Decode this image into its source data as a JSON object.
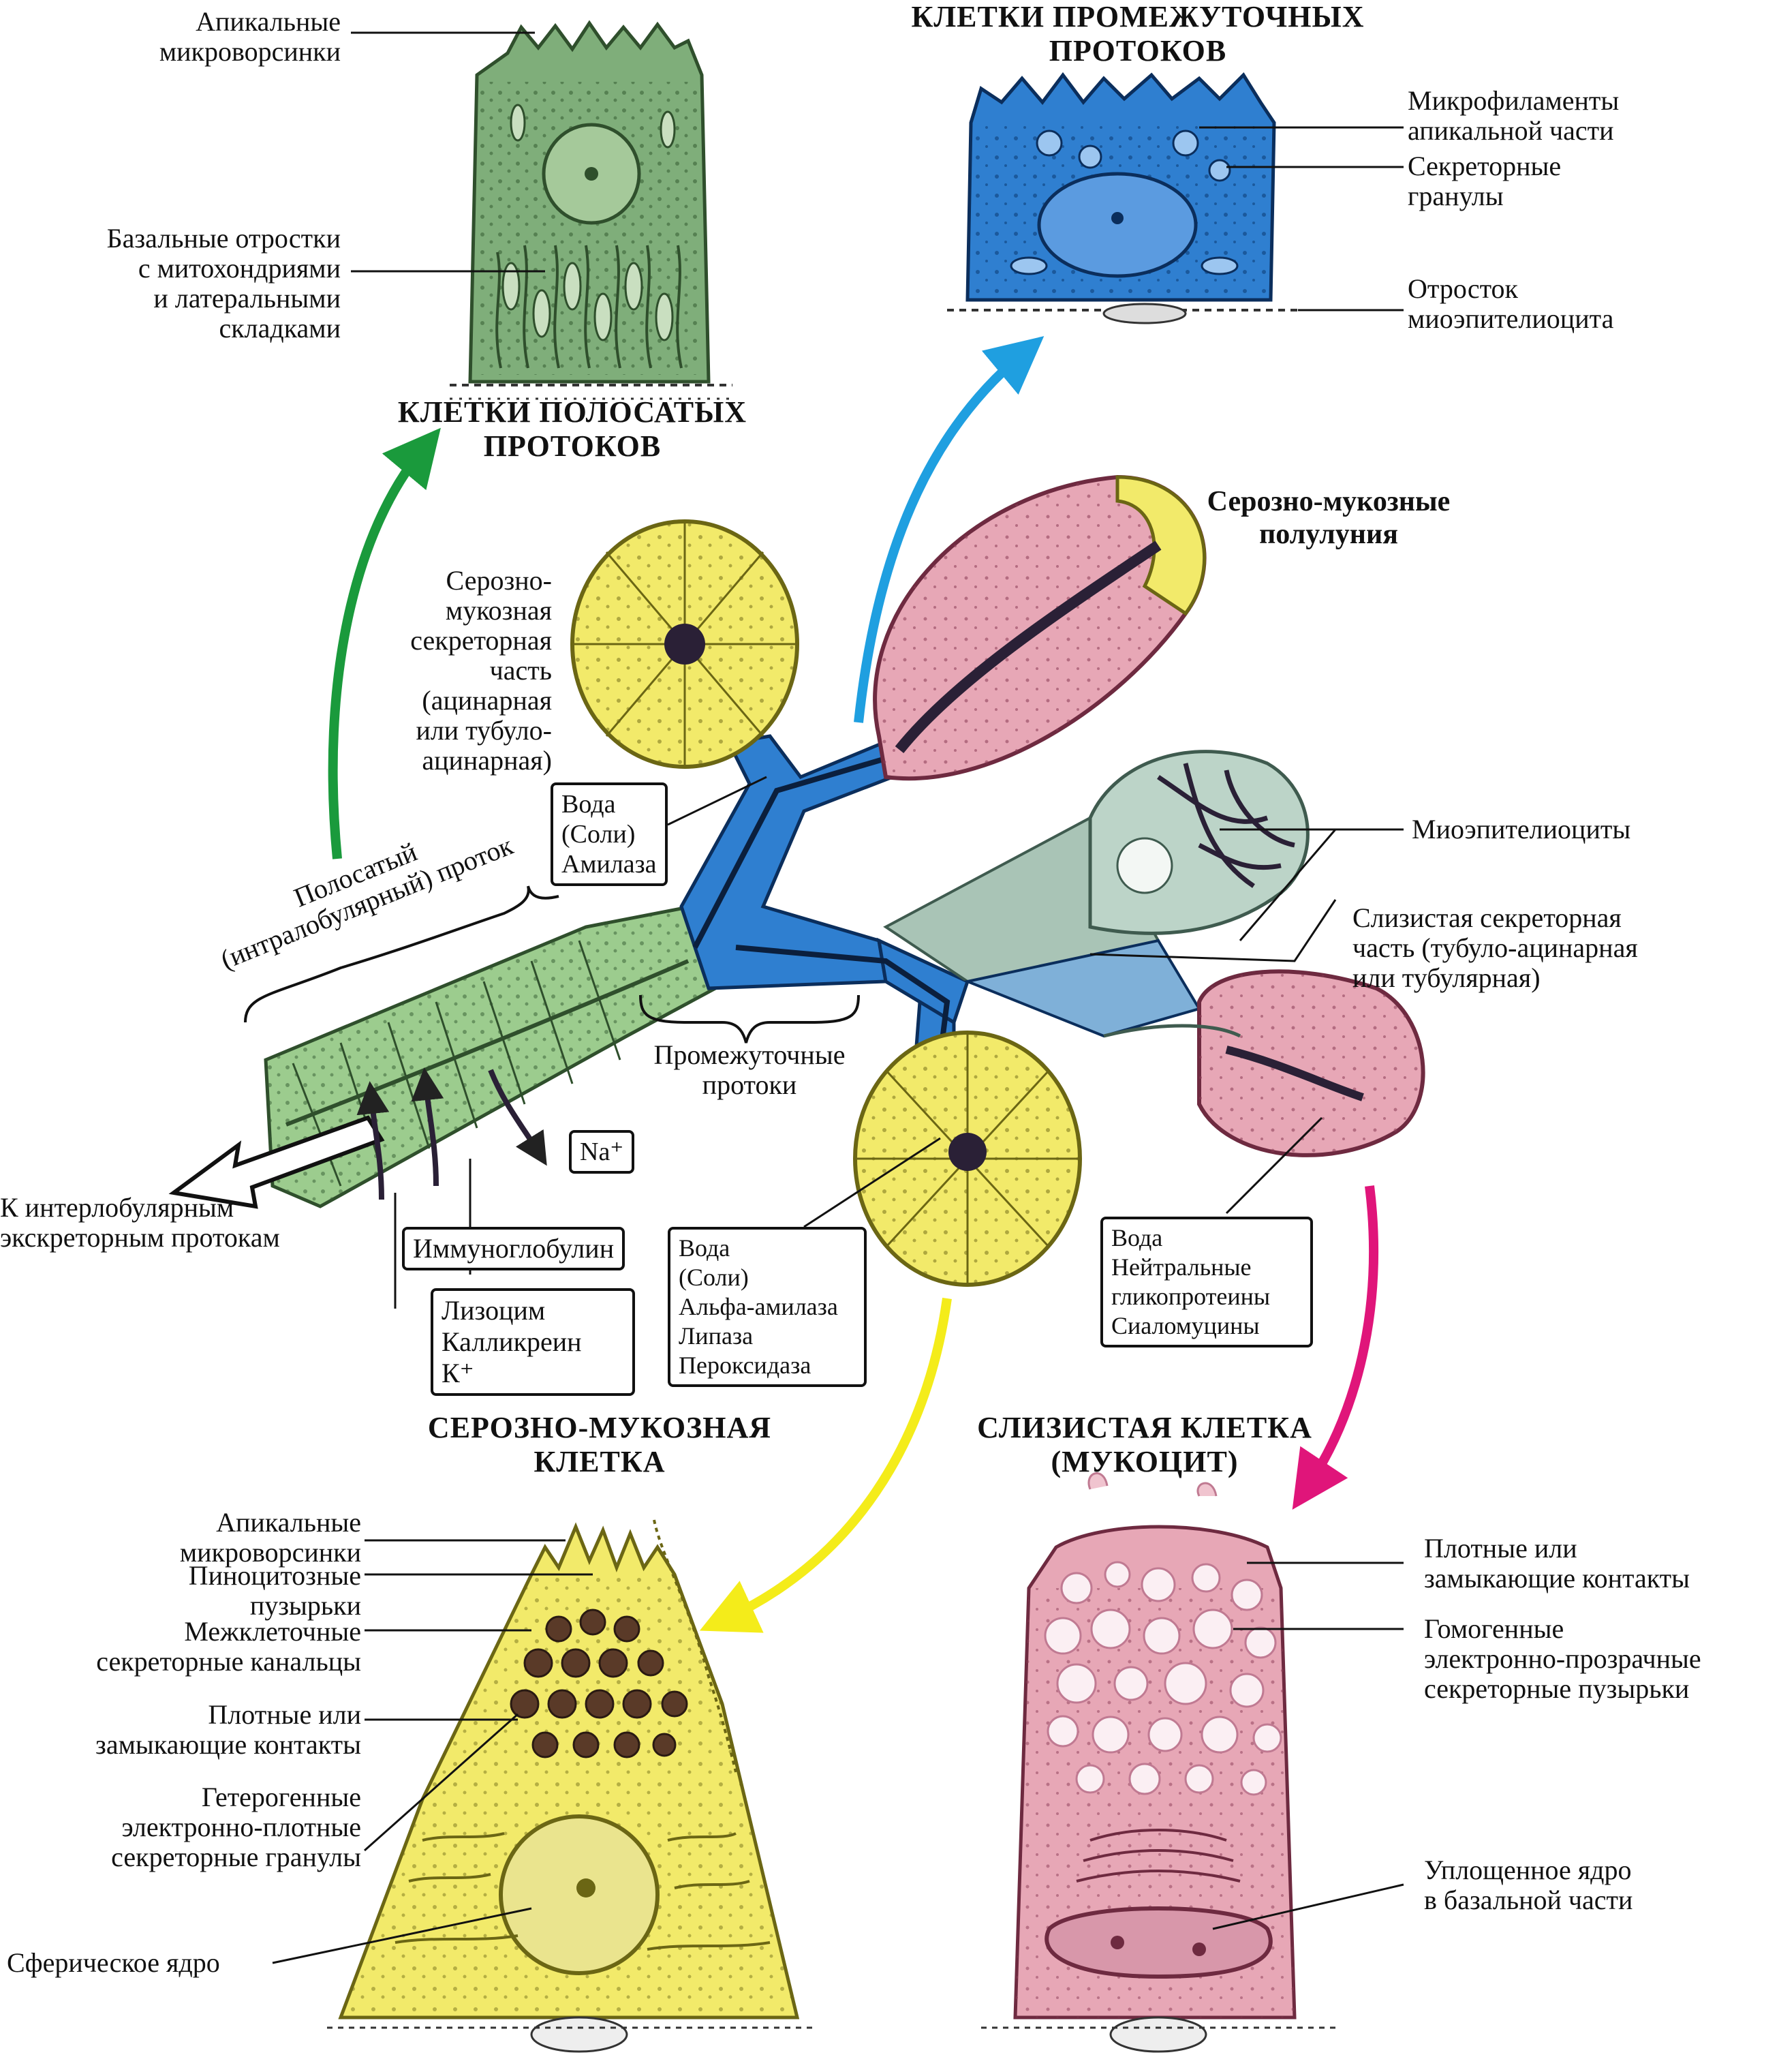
{
  "titles": {
    "striated": [
      "КЛЕТКИ ПОЛОСАТЫХ",
      "ПРОТОКОВ"
    ],
    "intercalated": [
      "КЛЕТКИ ПРОМЕЖУТОЧНЫХ",
      "ПРОТОКОВ"
    ],
    "seromucous_cell": [
      "СЕРОЗНО-МУКОЗНАЯ",
      "КЛЕТКА"
    ],
    "mucous_cell": [
      "СЛИЗИСТАЯ КЛЕТКА",
      "(МУКОЦИТ)"
    ],
    "demilunes": [
      "Серозно-мукозные",
      "полулуния"
    ]
  },
  "labels": {
    "apical_microvilli_top": [
      "Апикальные",
      "микроворсинки"
    ],
    "basal_processes": [
      "Базальные отростки",
      "с митохондриями",
      "и латеральными",
      "складками"
    ],
    "microfilaments": [
      "Микрофиламенты",
      "апикальной части"
    ],
    "secretory_granules": [
      "Секреторные",
      "гранулы"
    ],
    "myoepithelial_process": [
      "Отросток",
      "миоэпителиоцита"
    ],
    "seromucous_part": [
      "Серозно-",
      "мукозная",
      "секреторная",
      "часть",
      "(ацинарная",
      "или тубуло-",
      "ацинарная)"
    ],
    "myoepitheliocytes": "Миоэпителиоциты",
    "mucous_part": [
      "Слизистая секреторная",
      "часть (тубуло-ацинарная",
      "или тубулярная)"
    ],
    "striated_duct": [
      "Полосатый",
      "(интралобулярный) проток"
    ],
    "intercalated_ducts": [
      "Промежуточные",
      "протоки"
    ],
    "interlobular": [
      "К интерлобулярным",
      "экскреторным протокам"
    ],
    "apical_microvilli_bottom": [
      "Апикальные",
      "микроворсинки"
    ],
    "pinocytotic": [
      "Пиноцитозные",
      "пузырьки"
    ],
    "intercellular_canaliculi": [
      "Межклеточные",
      "секреторные канальцы"
    ],
    "tight_junctions_left": [
      "Плотные или",
      "замыкающие контакты"
    ],
    "heterogeneous_granules": [
      "Гетерогенные",
      "электронно-плотные",
      "секреторные гранулы"
    ],
    "spherical_nucleus": "Сферическое ядро",
    "tight_junctions_right": [
      "Плотные или",
      "замыкающие контакты"
    ],
    "homogeneous_vesicles": [
      "Гомогенные",
      "электронно-прозрачные",
      "секреторные пузырьки"
    ],
    "flattened_nucleus": [
      "Уплощенное ядро",
      "в базальной части"
    ]
  },
  "boxes": {
    "water_amylase": [
      "Вода",
      "(Соли)",
      "Амилаза"
    ],
    "na": "Na⁺",
    "immunoglobulin": "Иммуноглобулин",
    "lysozyme": [
      "Лизоцим",
      "Калликреин",
      "К⁺"
    ],
    "serous_secretion": [
      "Вода",
      "(Соли)",
      "Альфа-амилаза",
      "Липаза",
      "Пероксидаза"
    ],
    "mucous_secretion": [
      "Вода",
      "Нейтральные",
      "гликопротеины",
      "Сиаломуцины"
    ]
  },
  "colors": {
    "striated_green": "#7fae7a",
    "duct_blue": "#2f7fd0",
    "serous_yellow": "#f2ea6a",
    "mucous_pink": "#e7a7b6",
    "arrow_green": "#1a9a3c",
    "arrow_blue": "#1f9fe0",
    "arrow_yellow": "#f4ec1a",
    "arrow_magenta": "#e0157a",
    "myoepi_grey": "#a9c4b6"
  }
}
